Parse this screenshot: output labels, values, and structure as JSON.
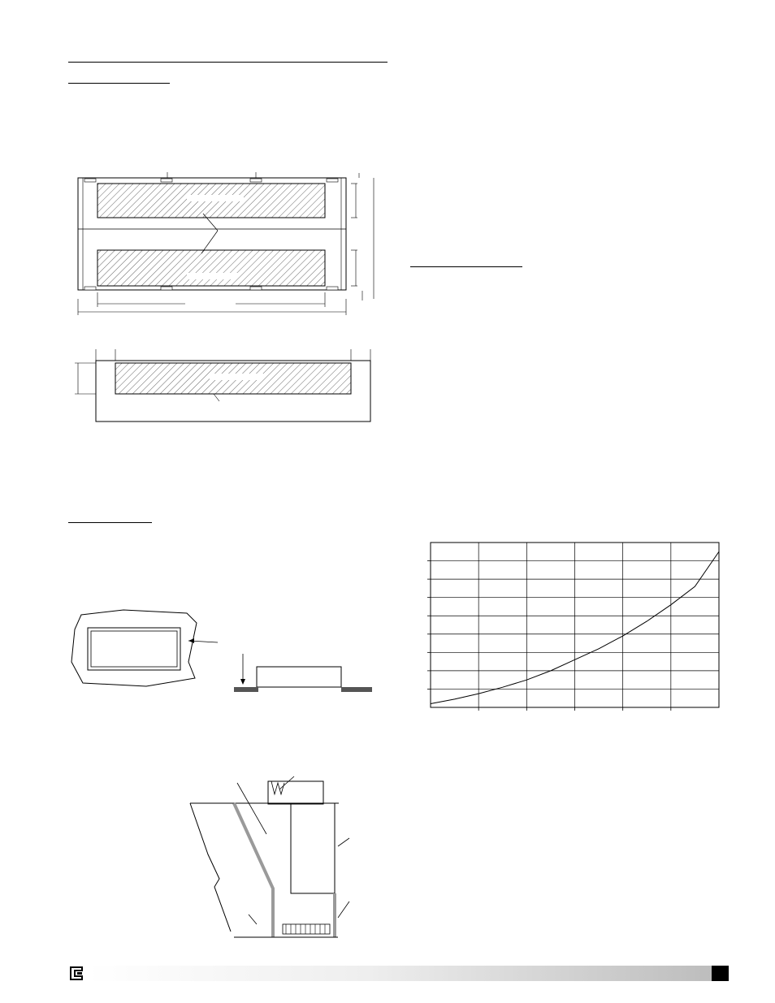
{
  "page": {
    "background": "#ffffff",
    "ink": "#000000",
    "footer_gradient_end": "#bdbdbd"
  },
  "icons": {
    "footer_logo": "brand-logo-icon",
    "page_number_box": "page-box"
  },
  "chart_data": {
    "type": "line",
    "title": "",
    "xlabel": "",
    "ylabel": "",
    "grid": true,
    "x_divisions": 6,
    "y_divisions": 9,
    "xlim": [
      0,
      6
    ],
    "ylim": [
      0,
      9
    ],
    "series": [
      {
        "x": [
          0,
          0.5,
          1,
          1.5,
          2,
          2.5,
          3,
          3.5,
          4,
          4.5,
          5,
          5.5,
          6
        ],
        "values": [
          0.2,
          0.45,
          0.75,
          1.1,
          1.5,
          2.0,
          2.6,
          3.2,
          3.9,
          4.7,
          5.6,
          6.6,
          8.5
        ]
      }
    ]
  }
}
